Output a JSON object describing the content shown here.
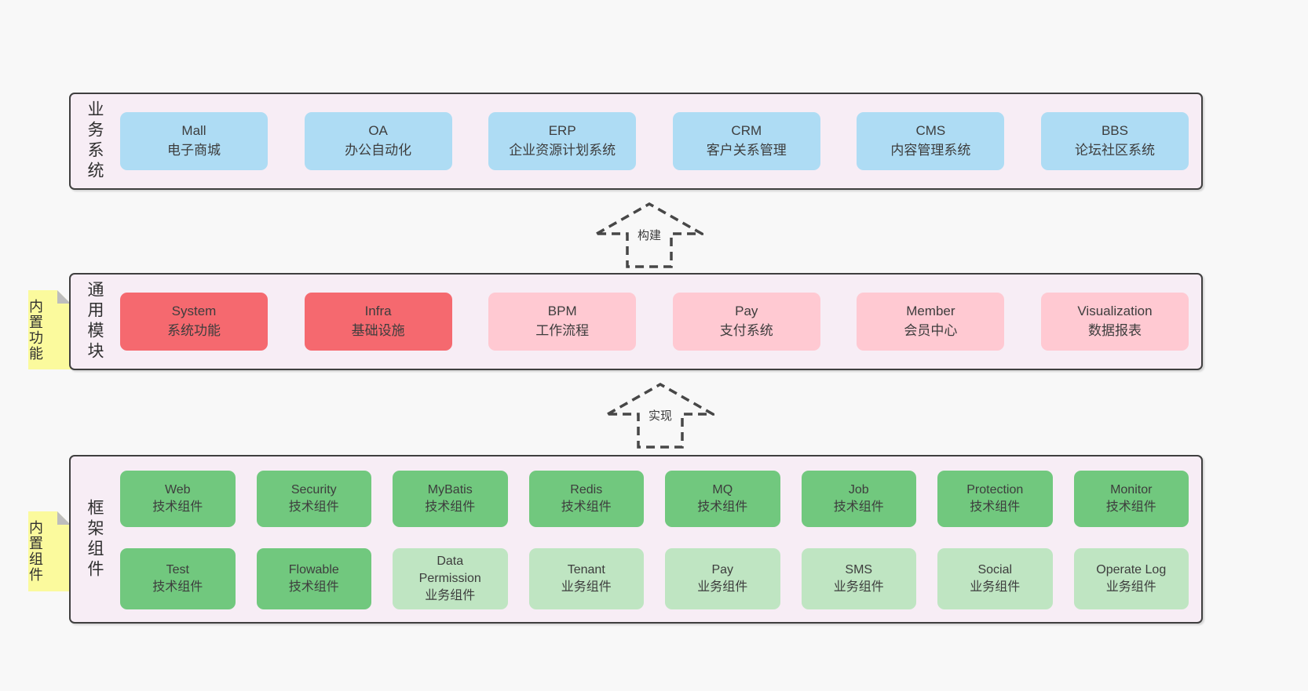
{
  "colors": {
    "page_bg": "#f8f8f8",
    "band_bg": "#f7edf5",
    "band_border": "#3f3f3f",
    "blue": "#aedcf4",
    "red": "#f5696f",
    "pink": "#ffc9d2",
    "green": "#71c87e",
    "green_light": "#bfe5c2",
    "sticky_yellow": "#fbfa9d",
    "sticky_fold": "#bdbdbd",
    "text": "#3d3d3d"
  },
  "arrows": [
    {
      "label": "构建"
    },
    {
      "label": "实现"
    }
  ],
  "bands": [
    {
      "label": "业务系统",
      "boxes": [
        {
          "en": "Mall",
          "zh": "电子商城"
        },
        {
          "en": "OA",
          "zh": "办公自动化"
        },
        {
          "en": "ERP",
          "zh": "企业资源计划系统"
        },
        {
          "en": "CRM",
          "zh": "客户关系管理"
        },
        {
          "en": "CMS",
          "zh": "内容管理系统"
        },
        {
          "en": "BBS",
          "zh": "论坛社区系统"
        }
      ]
    },
    {
      "label": "通用模块",
      "tag": "内置功能",
      "boxes": [
        {
          "en": "System",
          "zh": "系统功能"
        },
        {
          "en": "Infra",
          "zh": "基础设施"
        },
        {
          "en": "BPM",
          "zh": "工作流程"
        },
        {
          "en": "Pay",
          "zh": "支付系统"
        },
        {
          "en": "Member",
          "zh": "会员中心"
        },
        {
          "en": "Visualization",
          "zh": "数据报表"
        }
      ]
    },
    {
      "label": "框架组件",
      "tag": "内置组件",
      "rows": [
        [
          {
            "en": "Web",
            "zh": "技术组件"
          },
          {
            "en": "Security",
            "zh": "技术组件"
          },
          {
            "en": "MyBatis",
            "zh": "技术组件"
          },
          {
            "en": "Redis",
            "zh": "技术组件"
          },
          {
            "en": "MQ",
            "zh": "技术组件"
          },
          {
            "en": "Job",
            "zh": "技术组件"
          },
          {
            "en": "Protection",
            "zh": "技术组件"
          },
          {
            "en": "Monitor",
            "zh": "技术组件"
          }
        ],
        [
          {
            "en": "Test",
            "zh": "技术组件"
          },
          {
            "en": "Flowable",
            "zh": "技术组件"
          },
          {
            "en": "Data Permission",
            "zh": "业务组件"
          },
          {
            "en": "Tenant",
            "zh": "业务组件"
          },
          {
            "en": "Pay",
            "zh": "业务组件"
          },
          {
            "en": "SMS",
            "zh": "业务组件"
          },
          {
            "en": "Social",
            "zh": "业务组件"
          },
          {
            "en": "Operate Log",
            "zh": "业务组件"
          }
        ]
      ]
    }
  ]
}
